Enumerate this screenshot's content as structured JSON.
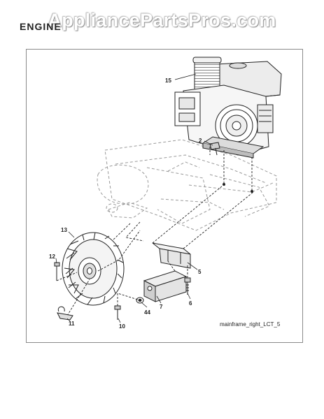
{
  "header": {
    "section_title": "ENGINE",
    "watermark": "AppliancePartsPros.com"
  },
  "diagram": {
    "caption": "mainframe_right_LCT_5",
    "callouts": {
      "c2": "2",
      "c5": "5",
      "c6": "6",
      "c7": "7",
      "c10": "10",
      "c11": "11",
      "c12": "12",
      "c13": "13",
      "c15": "15",
      "c44": "44"
    }
  }
}
